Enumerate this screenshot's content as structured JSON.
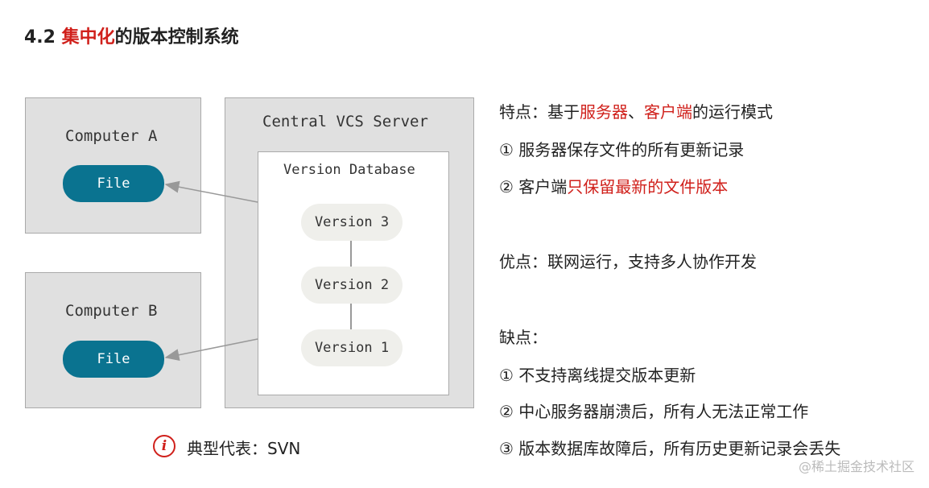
{
  "title": {
    "prefix": "4.2 ",
    "highlight": "集中化",
    "suffix": "的版本控制系统"
  },
  "diagram": {
    "computer_a": {
      "label": "Computer A",
      "file": "File"
    },
    "computer_b": {
      "label": "Computer B",
      "file": "File"
    },
    "server": {
      "label": "Central VCS Server"
    },
    "database": {
      "label": "Version Database",
      "versions": [
        "Version 3",
        "Version 2",
        "Version 1"
      ]
    }
  },
  "caption": {
    "icon": "info-icon",
    "text": "典型代表：SVN"
  },
  "features": {
    "intro_prefix": "特点：基于",
    "intro_red1": "服务器",
    "intro_sep": "、",
    "intro_red2": "客户端",
    "intro_suffix": "的运行模式",
    "item1": "①  服务器保存文件的所有更新记录",
    "item2_prefix": "②  客户端",
    "item2_red": "只保留最新的文件版本"
  },
  "pros": "优点：联网运行，支持多人协作开发",
  "cons": {
    "heading": "缺点：",
    "items": [
      "①  不支持离线提交版本更新",
      "②  中心服务器崩溃后，所有人无法正常工作",
      "③  版本数据库故障后，所有历史更新记录会丢失"
    ]
  },
  "watermark": "@稀土掘金技术社区",
  "colors": {
    "accent_red": "#d0201b",
    "file_teal": "#0a7390",
    "box_gray": "#e0e0e0"
  }
}
